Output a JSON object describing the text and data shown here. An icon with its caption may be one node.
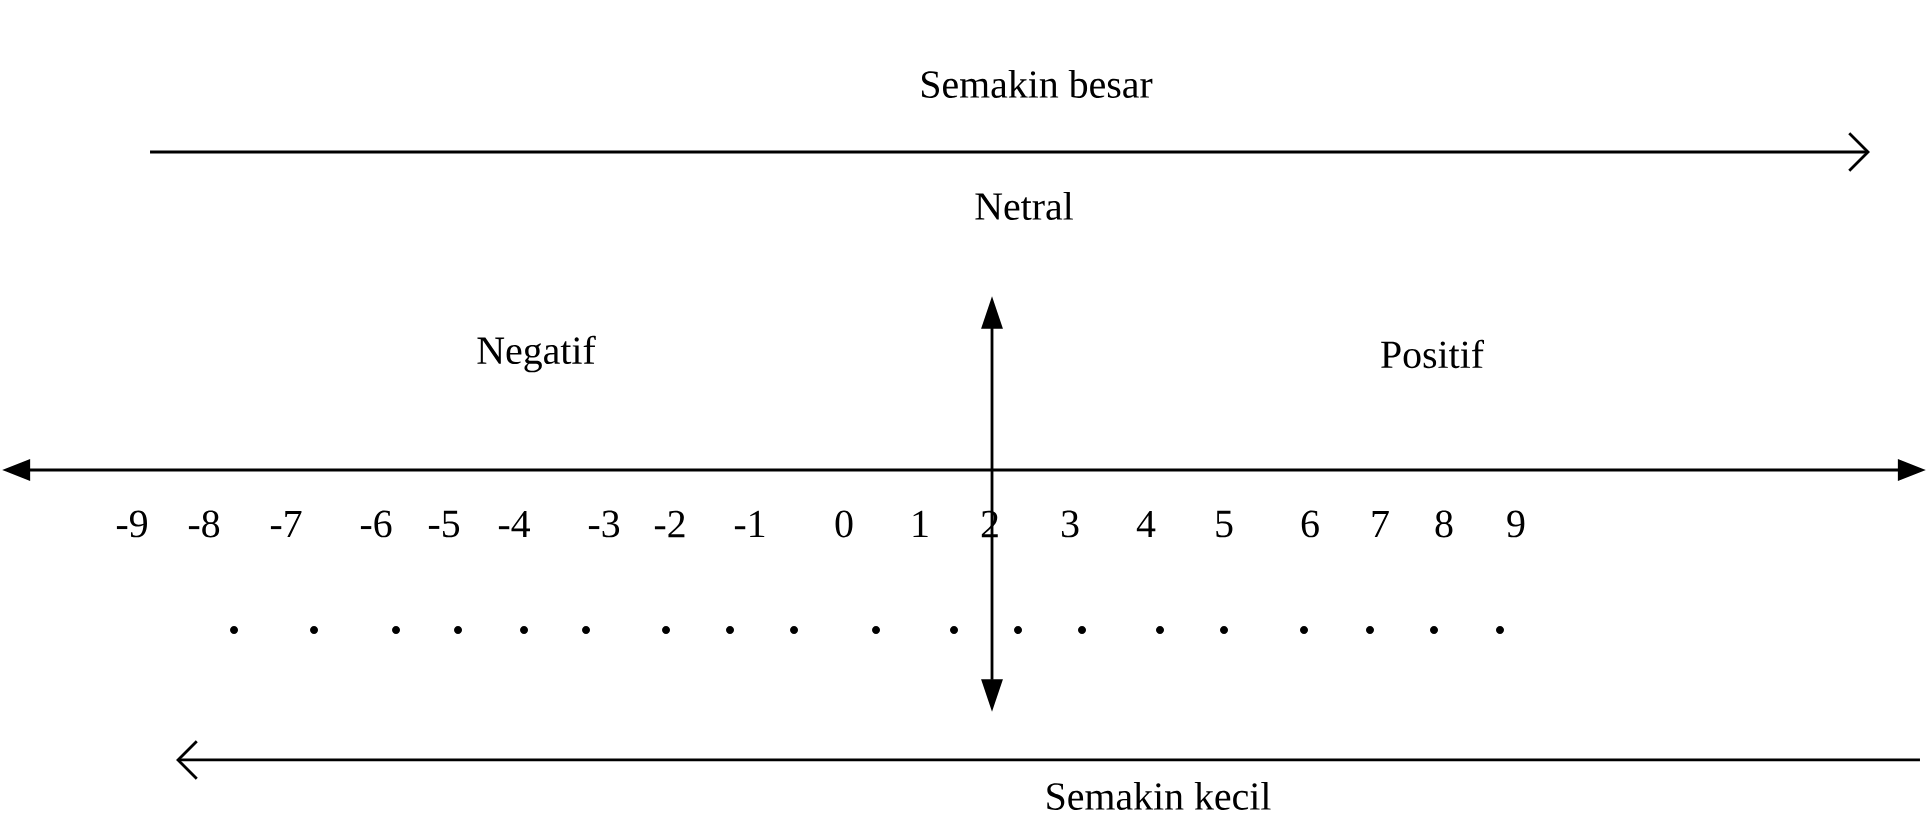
{
  "diagram": {
    "labels": [
      "Semakin besar",
      "Netral",
      "Negatif",
      "Positif",
      "-9",
      "-8",
      "-7",
      "-6",
      "-5",
      "-4",
      "-3",
      "-2",
      "-1",
      "0",
      "1",
      "2",
      "3",
      "4",
      "5",
      "6",
      "7",
      "8",
      "9",
      "Semakin kecil"
    ]
  }
}
